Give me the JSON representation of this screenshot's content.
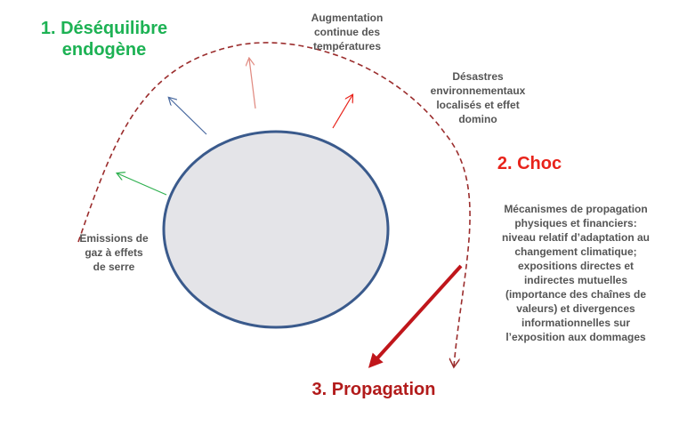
{
  "steps": {
    "step1": [
      "1. Déséquilibre",
      "endogène"
    ],
    "step2": "2. Choc",
    "step3": "3. Propagation"
  },
  "labels": {
    "temperatures": [
      "Augmentation",
      "continue des",
      "températures"
    ],
    "disasters": [
      "Désastres",
      "environnementaux",
      "localisés et effet",
      "domino"
    ],
    "emissions": [
      "Emissions de",
      "gaz à effets",
      "de serre"
    ],
    "mechanisms": [
      "Mécanismes de propagation",
      "physiques et financiers:",
      "niveau relatif d’adaptation au",
      "changement climatique;",
      "expositions directes et",
      "indirectes mutuelles",
      "(importance des chaînes de",
      "valeurs) et divergences",
      "informationnelles sur",
      "l’exposition aux dommages"
    ]
  },
  "colors": {
    "step1": "#1db254",
    "step2": "#e8231b",
    "step3": "#b21b1b",
    "circle_fill": "#e4e4e8",
    "circle_stroke": "#3a5a8c",
    "dashed_path": "#9b2d2d",
    "arrow_green": "#2eb04f",
    "arrow_blue": "#4a6aa0",
    "arrow_salmon": "#e08a80",
    "arrow_red": "#e8231b",
    "propagation_arrow": "#c0161b"
  }
}
